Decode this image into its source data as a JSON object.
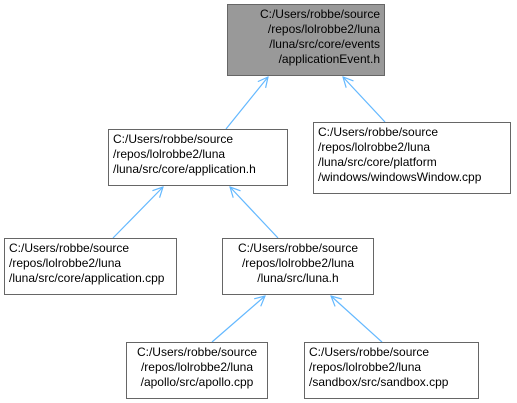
{
  "colors": {
    "edge": "#63b8ff",
    "node_border": "#666666",
    "focus_fill": "#999999",
    "node_fill": "#ffffff"
  },
  "nodes": {
    "applicationEvent": {
      "lines": [
        "C:/Users/robbe/source",
        "/repos/lolrobbe2/luna",
        "/luna/src/core/events",
        "/applicationEvent.h"
      ]
    },
    "windowsWindow": {
      "lines": [
        "C:/Users/robbe/source",
        "/repos/lolrobbe2/luna",
        "/luna/src/core/platform",
        "/windows/windowsWindow.cpp"
      ]
    },
    "application": {
      "lines": [
        "C:/Users/robbe/source",
        "/repos/lolrobbe2/luna",
        "/luna/src/core/application.h"
      ]
    },
    "applicationCpp": {
      "lines": [
        "C:/Users/robbe/source",
        "/repos/lolrobbe2/luna",
        "/luna/src/core/application.cpp"
      ]
    },
    "lunaH": {
      "lines": [
        "C:/Users/robbe/source",
        "/repos/lolrobbe2/luna",
        "/luna/src/luna.h"
      ]
    },
    "apollo": {
      "lines": [
        "C:/Users/robbe/source",
        "/repos/lolrobbe2/luna",
        "/apollo/src/apollo.cpp"
      ]
    },
    "sandbox": {
      "lines": [
        "C:/Users/robbe/source",
        "/repos/lolrobbe2/luna",
        "/sandbox/src/sandbox.cpp"
      ]
    }
  },
  "edges": [
    {
      "from": "application",
      "to": "applicationEvent"
    },
    {
      "from": "windowsWindow",
      "to": "applicationEvent"
    },
    {
      "from": "applicationCpp",
      "to": "application"
    },
    {
      "from": "lunaH",
      "to": "application"
    },
    {
      "from": "apollo",
      "to": "lunaH"
    },
    {
      "from": "sandbox",
      "to": "lunaH"
    }
  ]
}
